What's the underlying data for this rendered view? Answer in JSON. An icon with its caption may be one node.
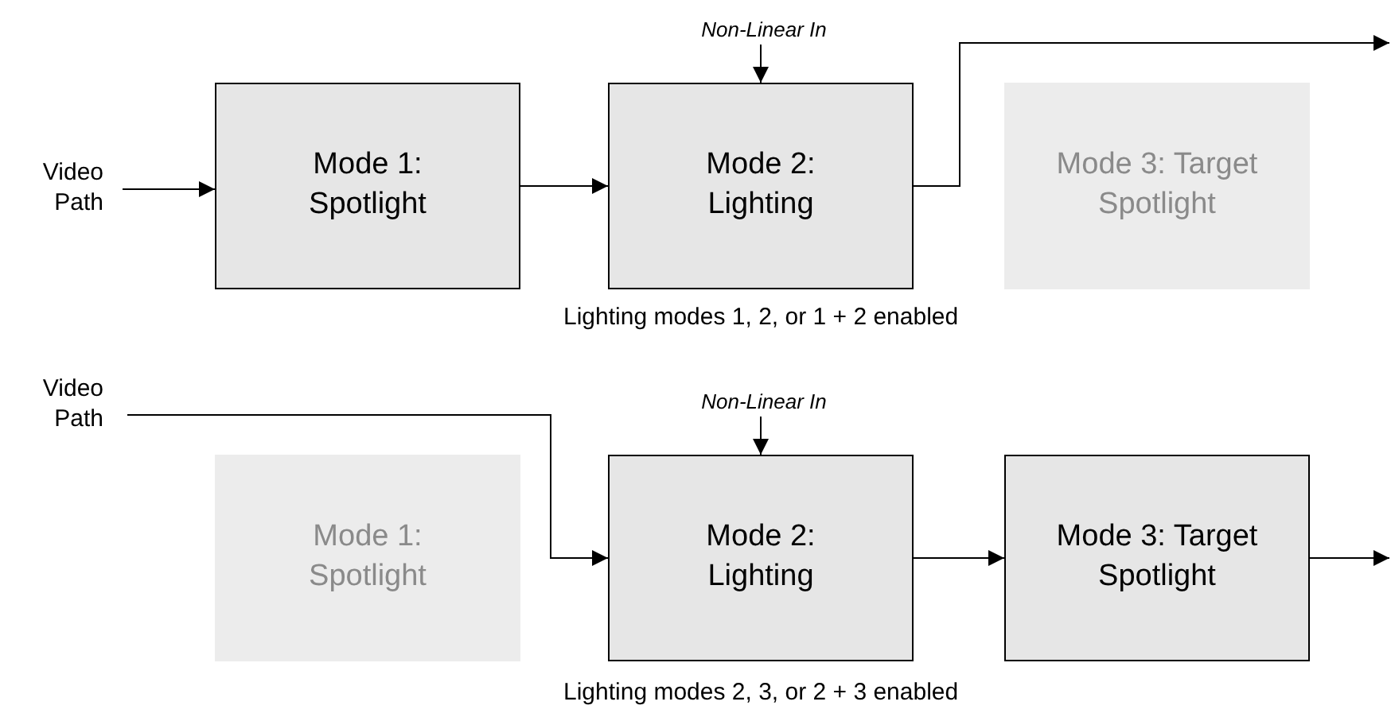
{
  "diagram": {
    "nodes": [
      {
        "text": [
          "Video Path"
        ]
      },
      {
        "text": [
          "Mode 1: Spotlight"
        ]
      },
      {
        "text": [
          "Non-Linear In"
        ]
      },
      {
        "text": [
          "Mode 2: Lighting"
        ]
      },
      {
        "text": [
          "Mode 3: Target Spotlight"
        ]
      },
      {
        "text": [
          "Video Path"
        ]
      },
      {
        "text": [
          "Non-Linear In"
        ]
      },
      {
        "text": [
          "Mode 1: Spotlight"
        ]
      },
      {
        "text": [
          "Mode 2: Lighting"
        ]
      },
      {
        "text": [
          "Mode 3: Target Spotlight"
        ]
      }
    ],
    "edges": [
      {
        "from": 0,
        "to": 1,
        "arrow": "to"
      },
      {
        "from": 1,
        "to": 3,
        "arrow": "to"
      },
      {
        "from": 2,
        "to": 3,
        "arrow": "to"
      },
      {
        "from": 3,
        "to": null,
        "arrow": "to"
      },
      {
        "from": 5,
        "to": 8,
        "arrow": "to"
      },
      {
        "from": 6,
        "to": 8,
        "arrow": "to"
      },
      {
        "from": 8,
        "to": 9,
        "arrow": "to"
      },
      {
        "from": 9,
        "to": null,
        "arrow": "to"
      }
    ],
    "labels": [
      "Lighting modes 1, 2, or 1 + 2 enabled",
      "Lighting modes 2, 3, or 2 + 3 enabled"
    ]
  }
}
